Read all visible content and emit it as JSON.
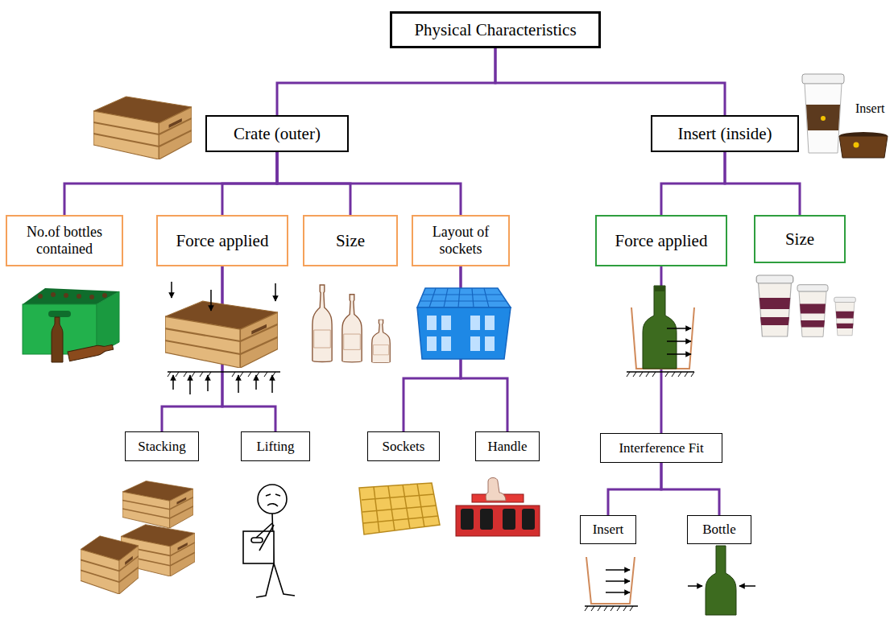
{
  "diagram": {
    "nodes": [
      {
        "text": [
          "Physical Characteristics"
        ]
      },
      {
        "text": [
          "Crate (outer)"
        ]
      },
      {
        "text": [
          "Insert (inside)"
        ]
      },
      {
        "text": [
          "No.of bottles contained"
        ]
      },
      {
        "text": [
          "Force applied"
        ]
      },
      {
        "text": [
          "Size"
        ]
      },
      {
        "text": [
          "Layout of sockets"
        ]
      },
      {
        "text": [
          "Force applied"
        ]
      },
      {
        "text": [
          "Size"
        ]
      },
      {
        "text": [
          "Stacking"
        ]
      },
      {
        "text": [
          "Lifting"
        ]
      },
      {
        "text": [
          "Sockets"
        ]
      },
      {
        "text": [
          "Handle"
        ]
      },
      {
        "text": [
          "Interference Fit"
        ]
      },
      {
        "text": [
          "Insert"
        ]
      },
      {
        "text": [
          "Bottle"
        ]
      }
    ],
    "edges": [
      {
        "from": 0,
        "to": 1,
        "arrow": "none"
      },
      {
        "from": 0,
        "to": 2,
        "arrow": "none"
      },
      {
        "from": 1,
        "to": 3,
        "arrow": "none"
      },
      {
        "from": 1,
        "to": 4,
        "arrow": "none"
      },
      {
        "from": 1,
        "to": 5,
        "arrow": "none"
      },
      {
        "from": 1,
        "to": 6,
        "arrow": "none"
      },
      {
        "from": 2,
        "to": 7,
        "arrow": "none"
      },
      {
        "from": 2,
        "to": 8,
        "arrow": "none"
      },
      {
        "from": 4,
        "to": 9,
        "arrow": "none"
      },
      {
        "from": 4,
        "to": 10,
        "arrow": "none"
      },
      {
        "from": 6,
        "to": 11,
        "arrow": "none"
      },
      {
        "from": 6,
        "to": 12,
        "arrow": "none"
      },
      {
        "from": 7,
        "to": 13,
        "arrow": "none"
      },
      {
        "from": 13,
        "to": 14,
        "arrow": "none"
      },
      {
        "from": 13,
        "to": 15,
        "arrow": "none"
      }
    ],
    "labels": [
      "Insert"
    ]
  }
}
